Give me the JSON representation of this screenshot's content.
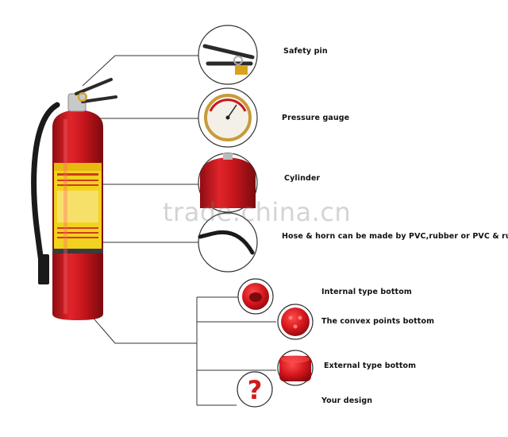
{
  "watermark": "trade.china.cn",
  "labels": {
    "safety_pin": "Safety pin",
    "pressure_gauge": "Pressure gauge",
    "cylinder": "Cylinder",
    "hose": "Hose & horn can be made by PVC,rubber or PVC & rubber.",
    "internal_bottom": "Internal type bottom",
    "convex_bottom": "The convex points bottom",
    "external_bottom": "External type bottom",
    "your_design": "Your design"
  },
  "colors": {
    "cylinder_red": "#c8161d",
    "label_yellow": "#f3d21f",
    "line": "#333333"
  }
}
